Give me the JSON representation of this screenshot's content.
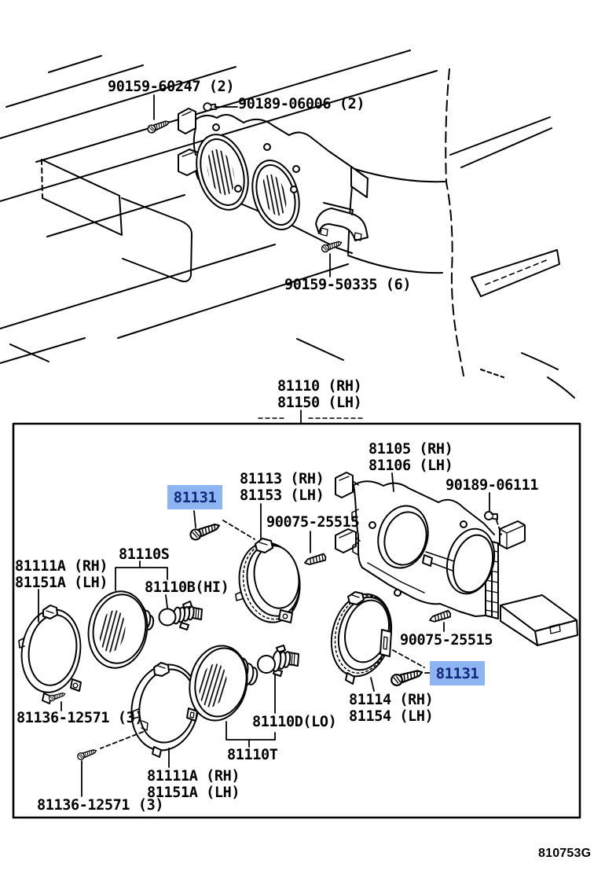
{
  "figure": {
    "code": "810753G",
    "highlight": {
      "background": "#8db5f2",
      "text": "#13287d"
    },
    "line_color": "#000000",
    "parts": {
      "screw_90159_60247": "90159-60247 (2)",
      "clip_90189_06006": "90189-06006 (2)",
      "screw_90159_50335": "90159-50335 (6)",
      "headlamp_assy_rh": "81110 (RH)",
      "headlamp_assy_lh": "81150 (LH)",
      "bracket_rh": "81105 (RH)",
      "bracket_lh": "81106 (LH)",
      "clip_90189_06111": "90189-06111",
      "ring_upper_rh": "81113 (RH)",
      "ring_upper_lh": "81153 (LH)",
      "bolt_81131": "81131",
      "screw_90075_25515": "90075-25515",
      "seal_ring_rh": "81111A (RH)",
      "seal_ring_lh": "81151A (LH)",
      "unit_hi": "81110S",
      "bulb_hi": "81110B(HI)",
      "ring_lower_rh": "81114 (RH)",
      "ring_lower_lh": "81154 (LH)",
      "screw_81136": "81136-12571 (3)",
      "bulb_lo": "81110D(LO)",
      "unit_lo": "81110T"
    }
  }
}
